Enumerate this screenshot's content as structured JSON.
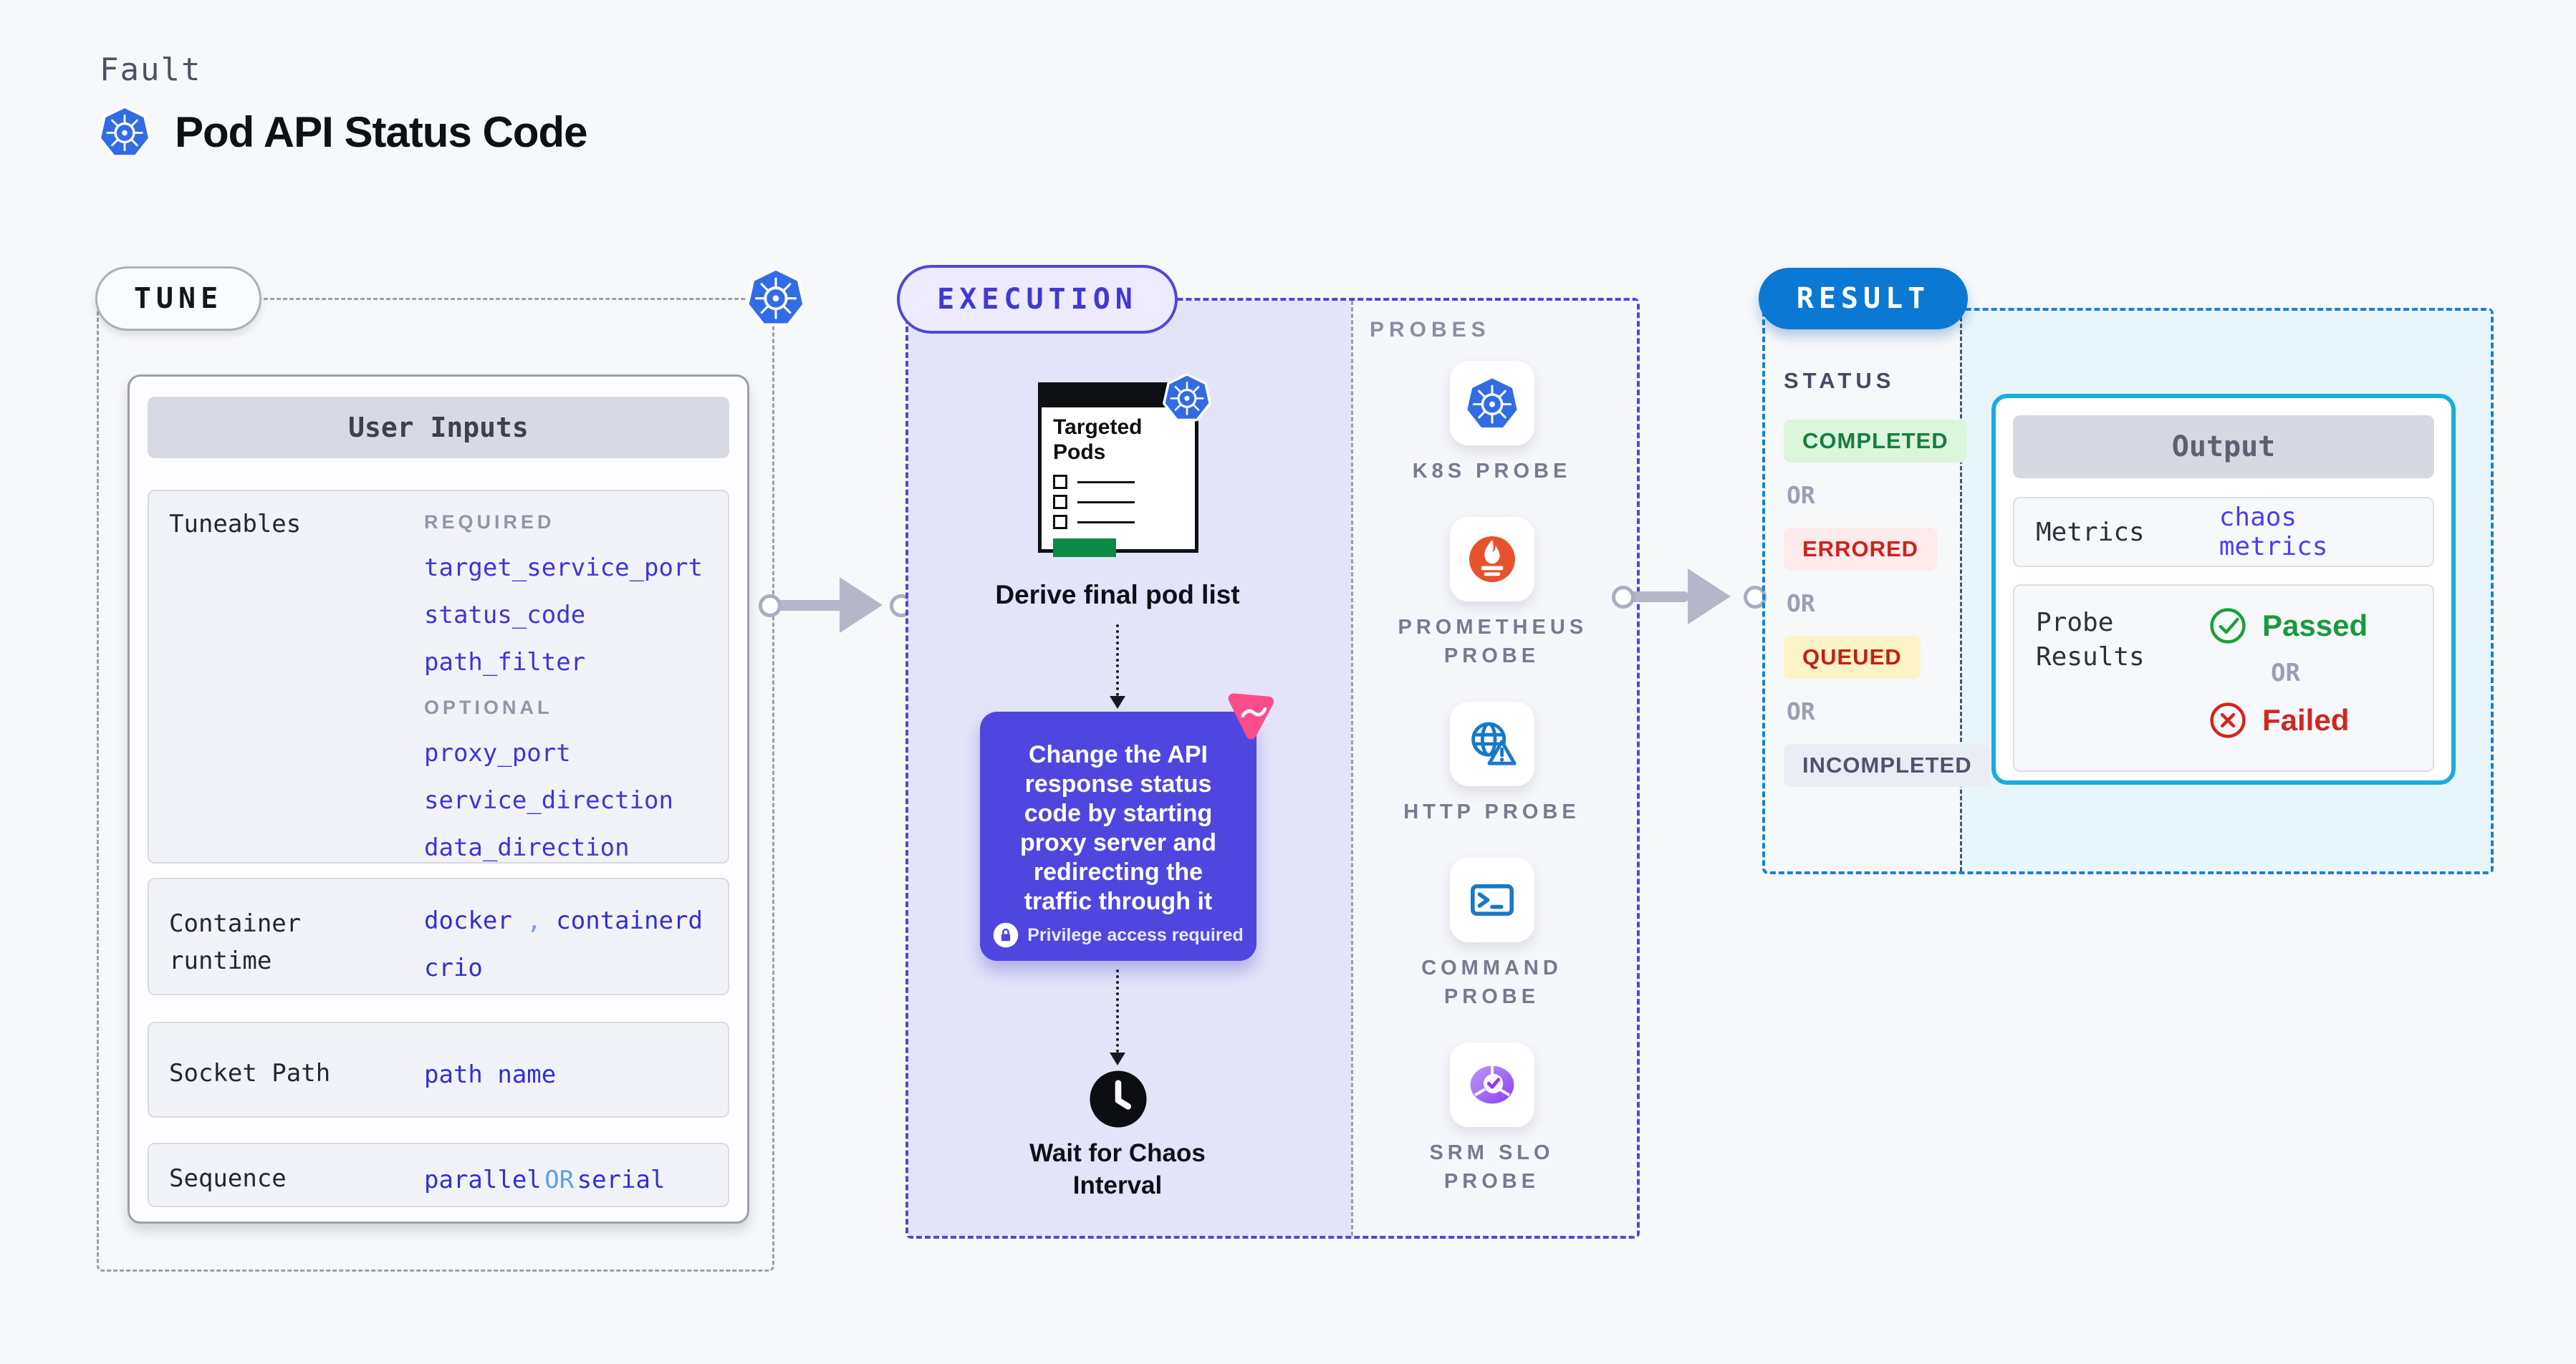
{
  "header": {
    "kicker": "Fault",
    "title": "Pod API Status Code",
    "logo_icon": "kubernetes-logo"
  },
  "tune": {
    "pill": "TUNE",
    "corner_icon": "kubernetes-logo",
    "card_title": "User Inputs",
    "tuneables": {
      "label": "Tuneables",
      "required_heading": "REQUIRED",
      "required": [
        "target_service_port",
        "status_code",
        "path_filter"
      ],
      "optional_heading": "OPTIONAL",
      "optional": [
        "proxy_port",
        "service_direction",
        "data_direction"
      ]
    },
    "runtime": {
      "label": "Container runtime",
      "value1": "docker",
      "comma": ",",
      "value2": "containerd",
      "value3": "crio"
    },
    "socket": {
      "label": "Socket Path",
      "value": "path name"
    },
    "sequence": {
      "label": "Sequence",
      "value1": "parallel",
      "or": "OR",
      "value2": "serial"
    }
  },
  "execution": {
    "pill": "EXECUTION",
    "pod_card_title": "Targeted Pods",
    "pod_card_icon": "kubernetes-logo",
    "derive_caption": "Derive final pod list",
    "action_text": "Change the API response status code by starting proxy server and redirecting the traffic through it",
    "action_note": "Privilege access required",
    "action_note_icon": "lock-icon",
    "action_corner_icon": "chaos-pink-mark",
    "wait_icon": "clock-icon",
    "wait_caption": "Wait for Chaos Interval"
  },
  "probes": {
    "heading": "PROBES",
    "items": [
      {
        "label": "K8S PROBE",
        "icon": "kubernetes-logo"
      },
      {
        "label": "PROMETHEUS PROBE",
        "icon": "prometheus-flame"
      },
      {
        "label": "HTTP PROBE",
        "icon": "globe-warning"
      },
      {
        "label": "COMMAND PROBE",
        "icon": "terminal-prompt"
      },
      {
        "label": "SRM SLO PROBE",
        "icon": "slo-gauge-check"
      }
    ]
  },
  "result": {
    "pill": "RESULT",
    "status_heading": "STATUS",
    "or_label": "OR",
    "statuses": [
      {
        "text": "COMPLETED",
        "color": "#15803d",
        "bg": "#dcf5dd"
      },
      {
        "text": "ERRORED",
        "color": "#cf211c",
        "bg": "#fdeaea"
      },
      {
        "text": "QUEUED",
        "color": "#c22015",
        "bg": "#fcf3c6"
      },
      {
        "text": "INCOMPLETED",
        "color": "#4e546e",
        "bg": "#ebedf4"
      }
    ],
    "output": {
      "title": "Output",
      "metrics_label": "Metrics",
      "metrics_value": "chaos metrics",
      "probe_label": "Probe Results",
      "passed": "Passed",
      "passed_icon": "check-circle-icon",
      "failed": "Failed",
      "failed_icon": "x-circle-icon"
    }
  },
  "colors": {
    "page_bg": "#f7f8fa",
    "k8s_blue": "#326ce5",
    "indigo_accent": "#4f46dd",
    "lavender_fill": "#e4e4f8",
    "action_purple": "#4f46e0",
    "result_blue": "#0b79d3",
    "cyan_border": "#18acdf",
    "cyan_fill": "#e8f6fc",
    "prometheus_orange": "#e6522c",
    "success_green": "#179a3d",
    "error_red": "#d2271f",
    "arrow_gray": "#b5b7c8"
  }
}
